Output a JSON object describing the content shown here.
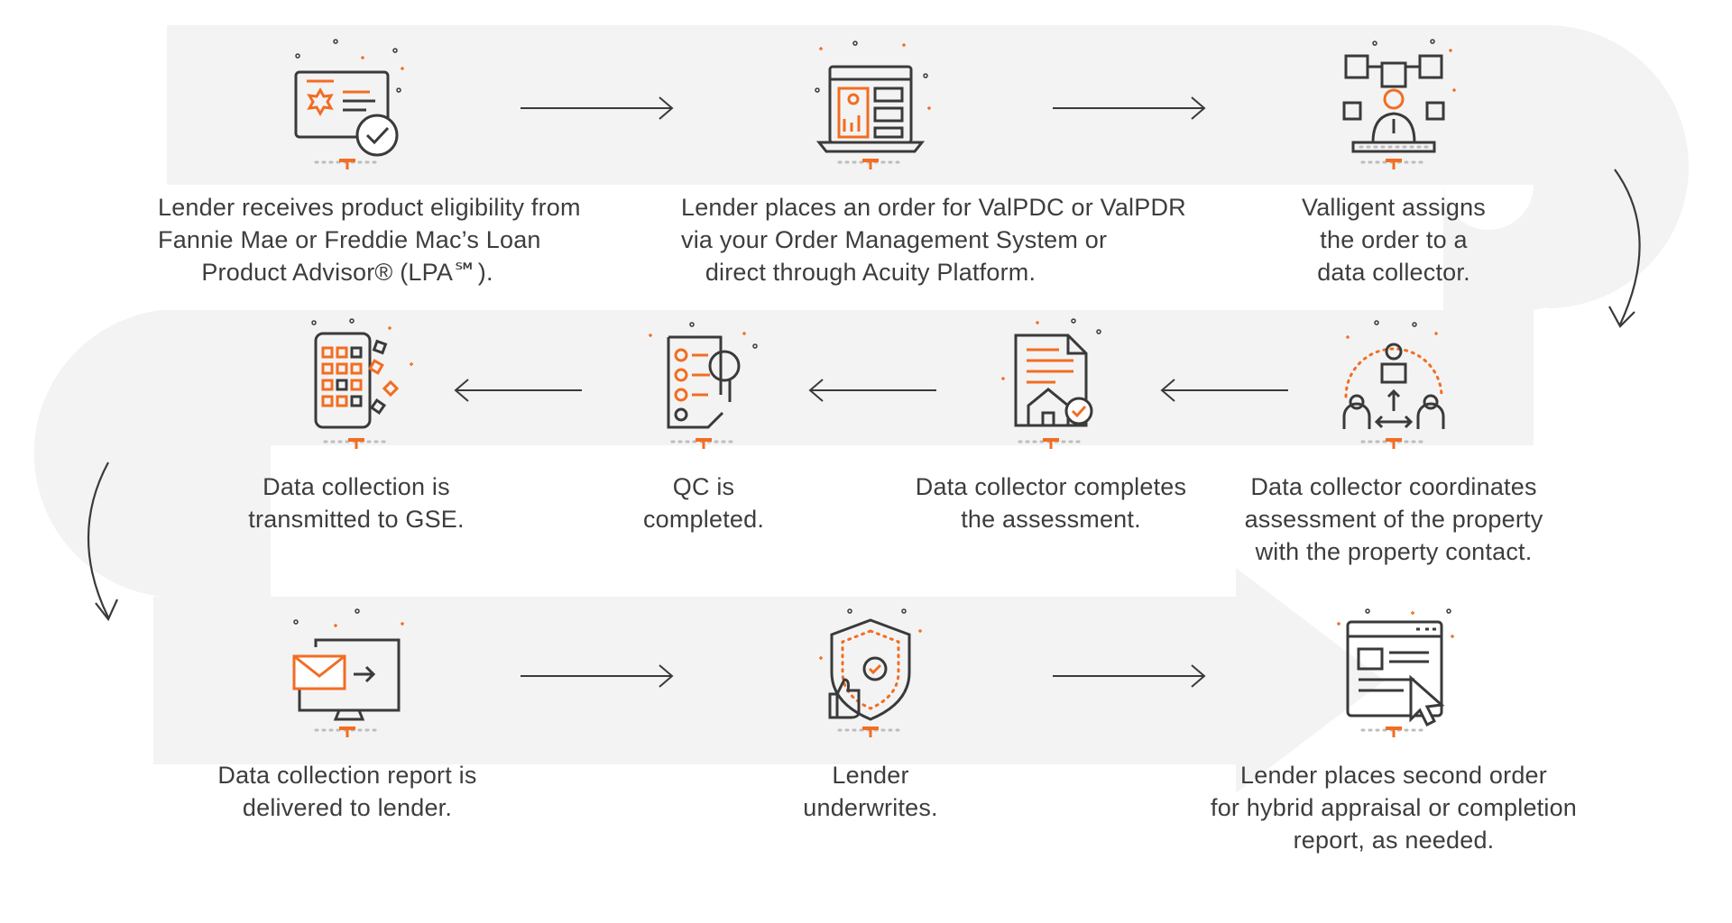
{
  "colors": {
    "accent": "#f26d21",
    "line": "#3a3a3a",
    "band": "#f3f3f3"
  },
  "steps": [
    {
      "icon": "eligibility-certificate-icon",
      "lines": [
        "Lender receives product eligibility from",
        "Fannie Mae or Freddie Mac’s Loan",
        "Product Advisor® (LPA℠)."
      ]
    },
    {
      "icon": "order-laptop-icon",
      "lines": [
        "Lender places an order for ValPDC or ValPDR",
        "via your Order Management System or",
        "direct through Acuity Platform."
      ]
    },
    {
      "icon": "assign-network-icon",
      "lines": [
        "Valligent assigns",
        "the order to a",
        "data collector."
      ]
    },
    {
      "icon": "coordinate-people-icon",
      "lines": [
        "Data collector coordinates",
        "assessment of the property",
        "with the property contact."
      ]
    },
    {
      "icon": "assessment-document-icon",
      "lines": [
        "Data collector completes",
        "the assessment."
      ]
    },
    {
      "icon": "qc-checklist-icon",
      "lines": [
        "QC is",
        "completed."
      ]
    },
    {
      "icon": "transmit-phone-icon",
      "lines": [
        "Data collection is",
        "transmitted to GSE."
      ]
    },
    {
      "icon": "email-report-icon",
      "lines": [
        "Data collection report is",
        "delivered to lender."
      ]
    },
    {
      "icon": "shield-thumbs-up-icon",
      "lines": [
        "Lender",
        "underwrites."
      ]
    },
    {
      "icon": "browser-click-icon",
      "lines": [
        "Lender places second order",
        "for hybrid appraisal or completion",
        "report, as needed."
      ]
    }
  ]
}
